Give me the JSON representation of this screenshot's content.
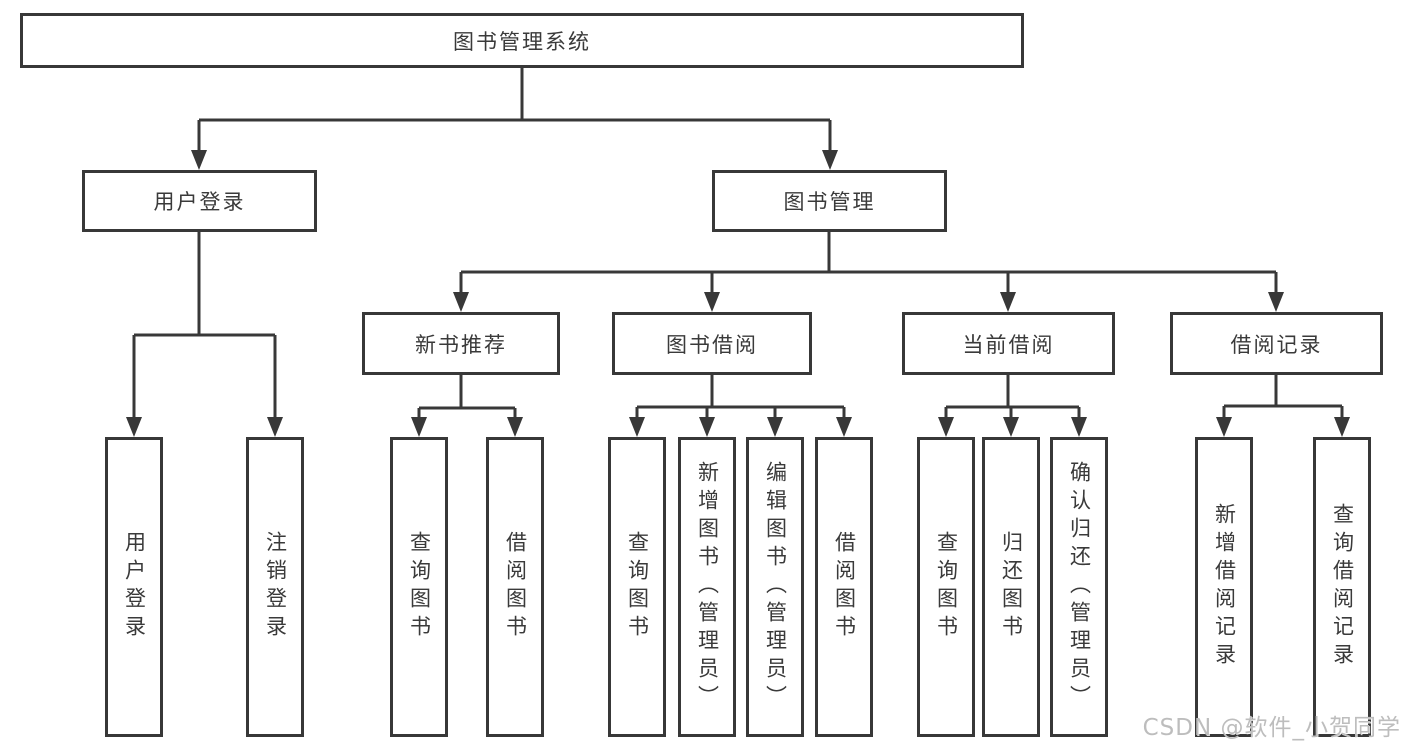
{
  "diagram": {
    "root": {
      "label": "图书管理系统"
    },
    "branches": [
      {
        "label": "用户登录",
        "children": [
          {
            "label": "用户登录"
          },
          {
            "label": "注销登录"
          }
        ]
      },
      {
        "label": "图书管理",
        "children": [
          {
            "label": "新书推荐",
            "children": [
              {
                "label": "查询图书"
              },
              {
                "label": "借阅图书"
              }
            ]
          },
          {
            "label": "图书借阅",
            "children": [
              {
                "label": "查询图书"
              },
              {
                "label": "新增图书（管理员）"
              },
              {
                "label": "编辑图书（管理员）"
              },
              {
                "label": "借阅图书"
              }
            ]
          },
          {
            "label": "当前借阅",
            "children": [
              {
                "label": "查询图书"
              },
              {
                "label": "归还图书"
              },
              {
                "label": "确认归还（管理员）"
              }
            ]
          },
          {
            "label": "借阅记录",
            "children": [
              {
                "label": "新增借阅记录"
              },
              {
                "label": "查询借阅记录"
              }
            ]
          }
        ]
      }
    ]
  },
  "watermark": {
    "text": "CSDN @软件_小贺同学"
  },
  "colors": {
    "line": "#383838",
    "text": "#3a3a3a",
    "watermark": "#bdbdbd",
    "background": "#ffffff"
  }
}
